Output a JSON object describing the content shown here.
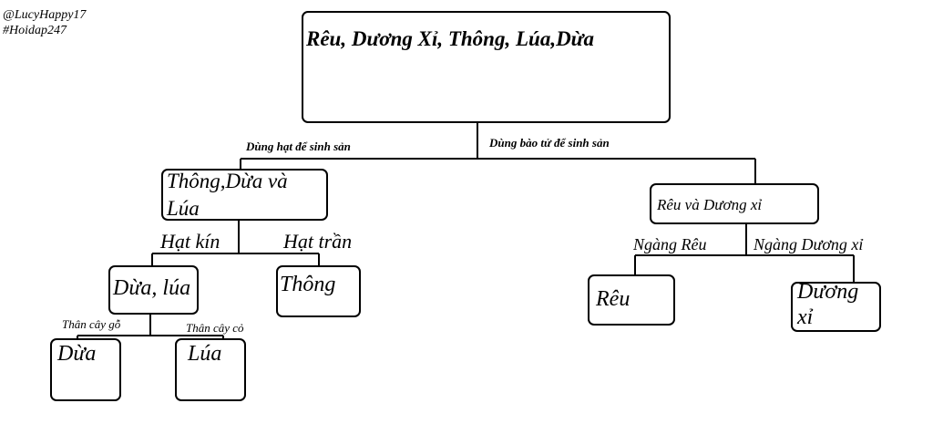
{
  "watermark": {
    "line1": "@LucyHappy17",
    "line2": "#Hoidap247"
  },
  "root": {
    "text": "Rêu, Dương Xỉ, Thông, Lúa,Dừa"
  },
  "edges": {
    "left": "Dùng hạt để sinh sản",
    "right": "Dùng bào tử để sinh sản"
  },
  "seed_node": {
    "line1": "Thông,Dừa và",
    "line2": "Lúa"
  },
  "seed_edges": {
    "left": "Hạt kín",
    "right": "Hạt trần"
  },
  "angio_node": {
    "text": "Dừa, lúa"
  },
  "gymno_node": {
    "text": "Thông"
  },
  "angio_edges": {
    "left": "Thân cây gỗ",
    "right": "Thân cây cỏ"
  },
  "leaf_dua": {
    "text": "Dừa"
  },
  "leaf_lua": {
    "text": "Lúa"
  },
  "spore_node": {
    "text": "Rêu và Dương xỉ"
  },
  "spore_edges": {
    "left": "Ngàng Rêu",
    "right": "Ngàng Dương xỉ"
  },
  "leaf_reu": {
    "text": "Rêu"
  },
  "leaf_duongxi": {
    "line1": "Dương",
    "line2": "xỉ"
  }
}
